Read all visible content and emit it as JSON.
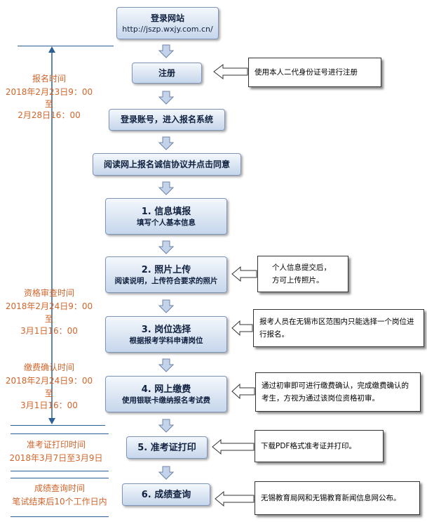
{
  "steps": [
    {
      "title": "登录网站",
      "subtitle": "http://jszp.wxjy.com.cn/"
    },
    {
      "title": "注册"
    },
    {
      "title": "登录账号，进入报名系统"
    },
    {
      "title": "阅读网上报名诚信协议并点击同意"
    },
    {
      "title": "1. 信息填报",
      "subtitle": "填写个人基本信息"
    },
    {
      "title": "2. 照片上传",
      "subtitle": "阅读说明，上传符合要求的照片"
    },
    {
      "title": "3. 岗位选择",
      "subtitle": "根据报考学科申请岗位"
    },
    {
      "title": "4. 网上缴费",
      "subtitle": "使用银联卡缴纳报名考试费"
    },
    {
      "title": "5. 准考证打印"
    },
    {
      "title": "6. 成绩查询"
    }
  ],
  "notes": {
    "register": "使用本人二代身份证号进行注册",
    "photo_line1": "个人信息提交后，",
    "photo_line2": "方可上传照片。",
    "position": "报考人员在无锡市区范围内只能选择一个岗位进行报名。",
    "payment": "通过初审即可进行缴费确认，完成缴费确认的考生，方视为通过该岗位资格初审。",
    "admission": "下载PDF格式准考证并打印。",
    "results": "无锡教育局网和无锡教育新闻信息网公布。"
  },
  "periods": {
    "registration": [
      "报名时间",
      "2018年2月23日9：00",
      "至",
      "2月28日16：00"
    ],
    "review": [
      "资格审查时间",
      "2018年2月24日9：00",
      "至",
      "3月1日16：00"
    ],
    "payment": [
      "缴费确认时间",
      "2018年2月24日9：00",
      "至",
      "3月1日16：00"
    ],
    "admission": [
      "准考证打印时间",
      "2018年3月7日至3月9日"
    ],
    "results": [
      "成绩查询时间",
      "笔试结束后10个工作日内"
    ]
  },
  "colors": {
    "label": "#d2652a",
    "step_border": "#7f95b6",
    "timeline": "#2b5f93",
    "arrow_fill": "#c3d3ea"
  }
}
